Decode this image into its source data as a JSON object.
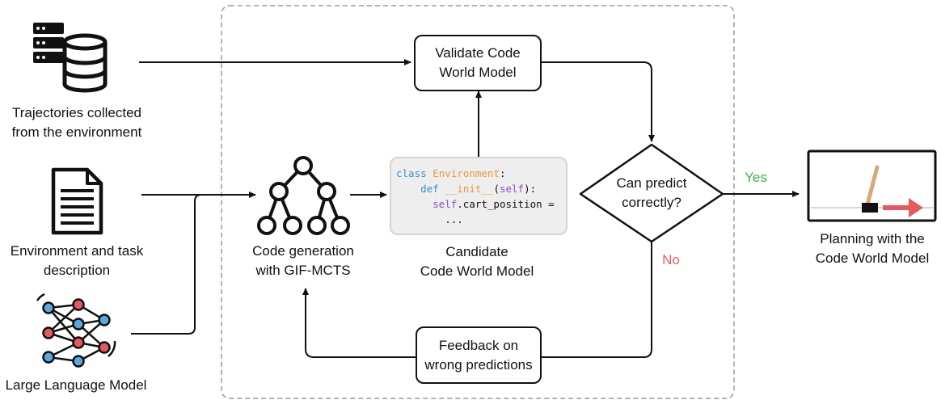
{
  "inputs": {
    "trajectories": [
      "Trajectories collected",
      "from the environment"
    ],
    "environment": [
      "Environment and task",
      "description"
    ],
    "llm": "Large Language Model"
  },
  "generator": {
    "label": [
      "Code generation",
      "with GIF-MCTS"
    ]
  },
  "code_snippet": {
    "line1_kw": "class",
    "line1_name": "Environment",
    "line1_end": ":",
    "line2_kw": "def",
    "line2_name": "__init__",
    "line2_open": "(",
    "line2_self": "self",
    "line2_end": "):",
    "line3_self": "self",
    "line3_rest": ".cart_position =",
    "line4": "..."
  },
  "candidate": {
    "label": [
      "Candidate",
      "Code World Model"
    ]
  },
  "validate": {
    "label": [
      "Validate Code",
      "World Model"
    ]
  },
  "decision": {
    "label": [
      "Can predict",
      "correctly?"
    ],
    "yes": "Yes",
    "no": "No"
  },
  "feedback": {
    "label": [
      "Feedback on",
      "wrong predictions"
    ]
  },
  "planning": {
    "label": [
      "Planning with the",
      "Code World Model"
    ]
  },
  "colors": {
    "yes": "#3cb44b",
    "no": "#e8595f",
    "node_red": "#e8595f",
    "node_blue": "#5aa8e0",
    "pole": "#d9a77a"
  }
}
